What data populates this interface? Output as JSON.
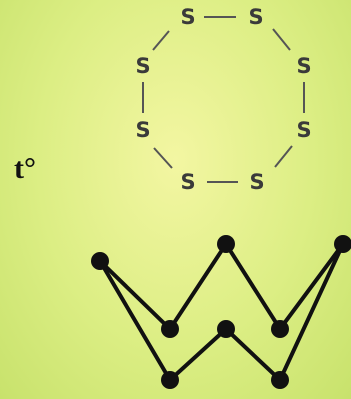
{
  "condition_label": "t°",
  "ring": {
    "atom_symbol": "S",
    "atom_count": 8
  },
  "crown": {
    "node_count": 8
  },
  "colors": {
    "background": "#dcee84",
    "ring_text": "#3a3a3a",
    "ring_bond": "#555555",
    "crown": "#111111"
  }
}
